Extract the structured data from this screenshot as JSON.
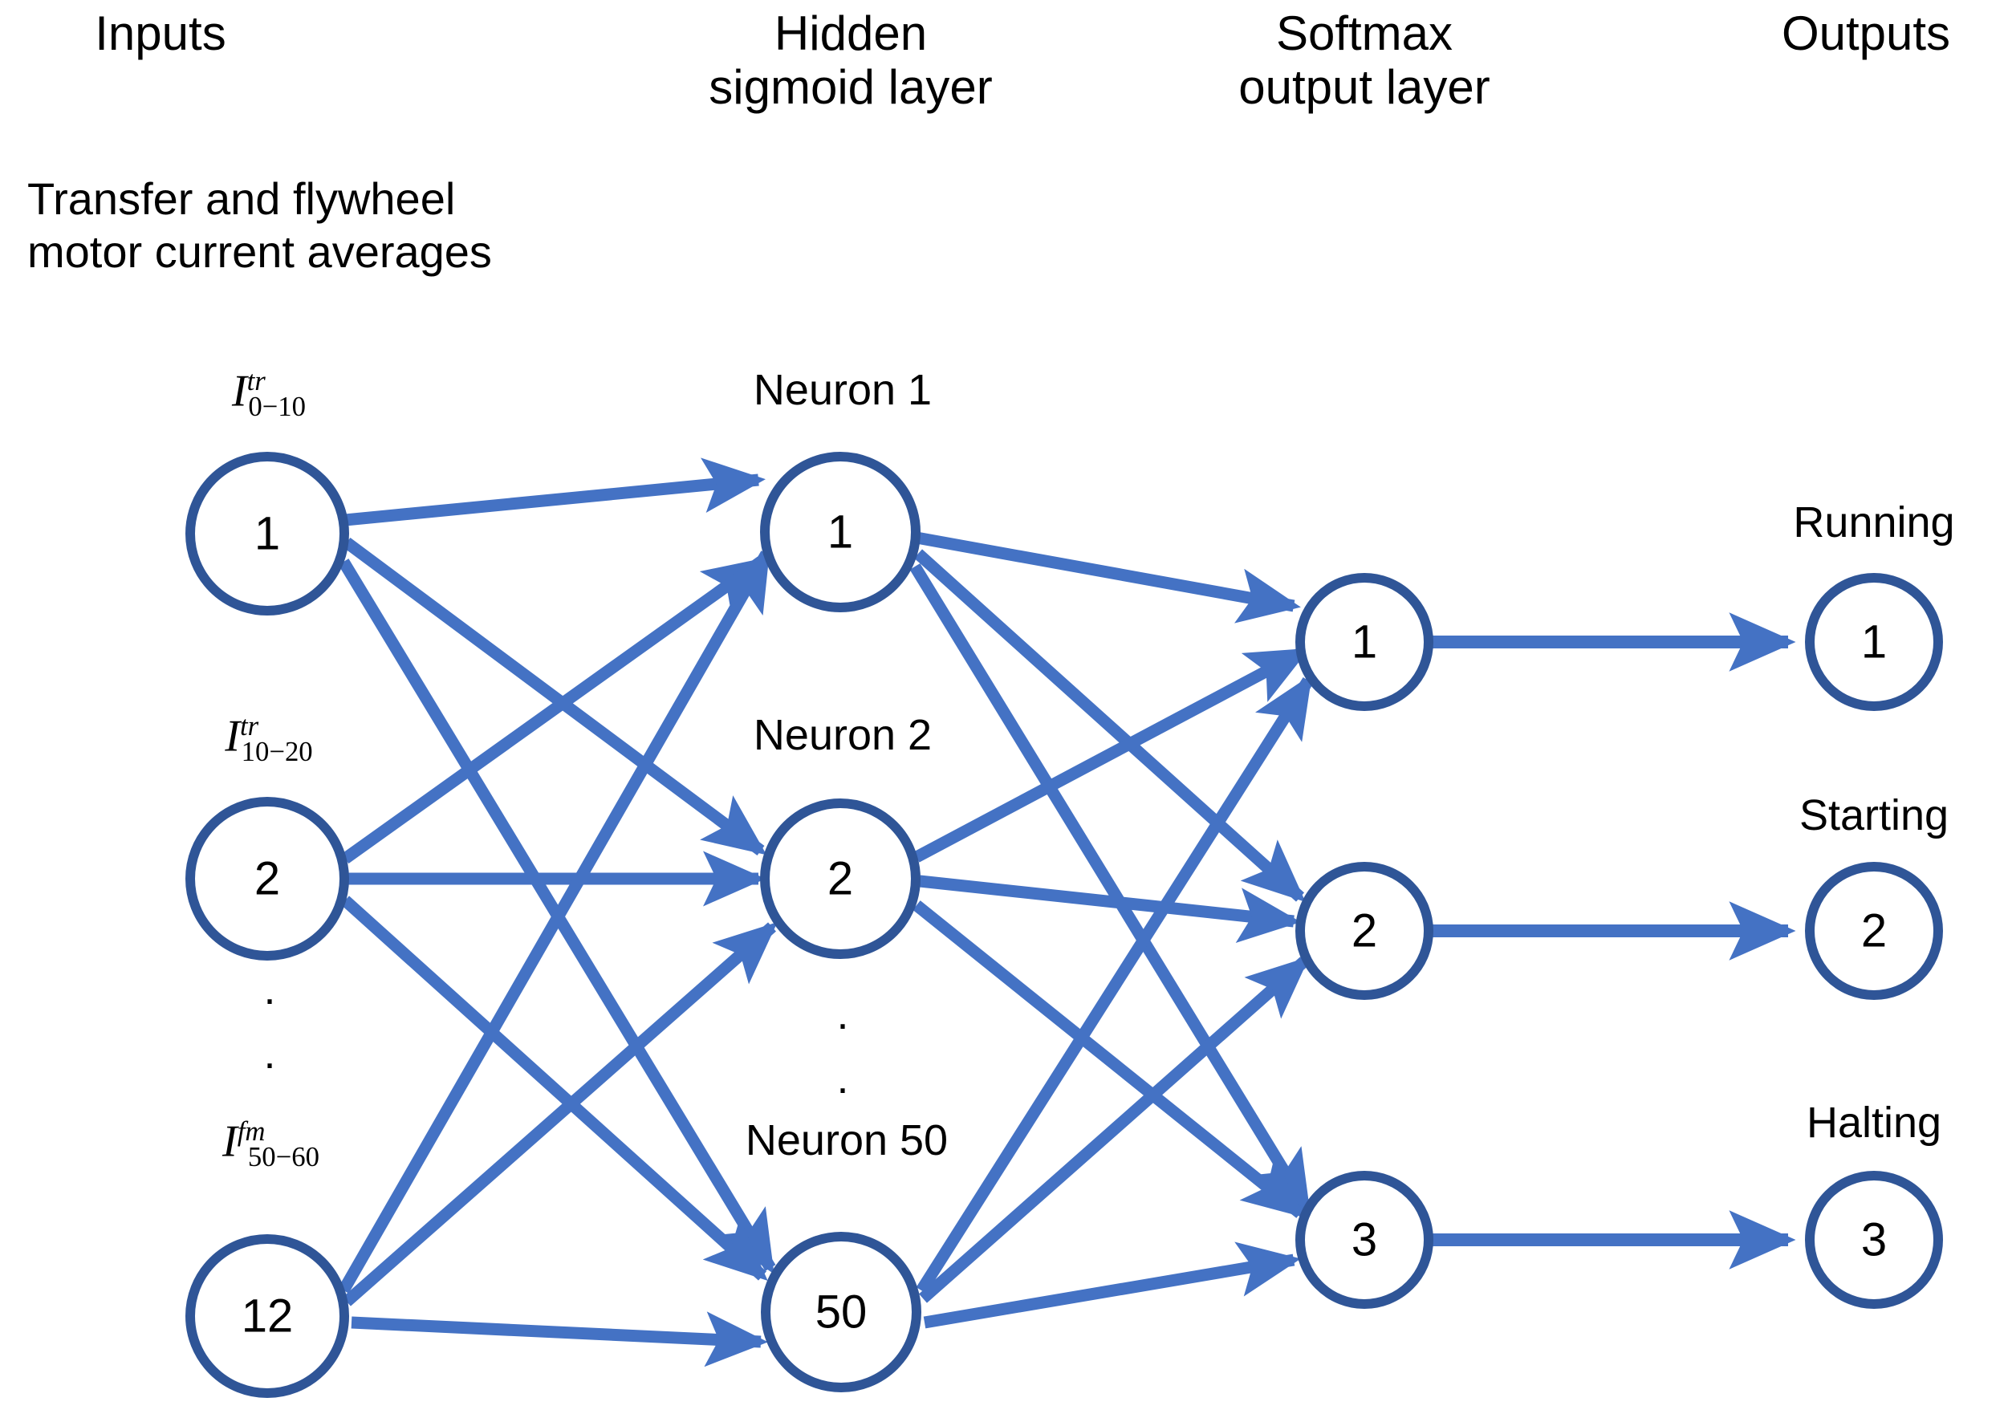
{
  "diagram": {
    "title": "Neural network architecture",
    "colors": {
      "arrow": "#4472C4",
      "node_stroke": "#2F5597",
      "node_fill": "#FFFFFF",
      "text": "#000000",
      "background": "#FFFFFF"
    },
    "column_headers": [
      {
        "name": "inputs",
        "label": "Inputs"
      },
      {
        "name": "hidden",
        "label": "Hidden\nsigmoid layer"
      },
      {
        "name": "softmax",
        "label": "Softmax\noutput layer"
      },
      {
        "name": "outputs",
        "label": "Outputs"
      }
    ],
    "input_caption": "Transfer and flywheel\nmotor current averages",
    "layers": {
      "input": {
        "nodes": [
          {
            "value": "1",
            "math": {
              "base": "I",
              "sup": "tr",
              "sub": "0−10"
            }
          },
          {
            "value": "2",
            "math": {
              "base": "I",
              "sup": "tr",
              "sub": "10−20"
            }
          },
          {
            "value": "12",
            "math": {
              "base": "I",
              "sup": "fm",
              "sub": "50−60"
            }
          }
        ],
        "ellipsis": "."
      },
      "hidden": {
        "nodes": [
          {
            "value": "1",
            "label": "Neuron 1"
          },
          {
            "value": "2",
            "label": "Neuron 2"
          },
          {
            "value": "50",
            "label": "Neuron 50"
          }
        ],
        "ellipsis": "."
      },
      "softmax": {
        "nodes": [
          {
            "value": "1"
          },
          {
            "value": "2"
          },
          {
            "value": "3"
          }
        ]
      },
      "output": {
        "nodes": [
          {
            "value": "1",
            "label": "Running"
          },
          {
            "value": "2",
            "label": "Starting"
          },
          {
            "value": "3",
            "label": "Halting"
          }
        ]
      }
    },
    "connections": {
      "input_to_hidden": "fully-connected",
      "hidden_to_softmax": "fully-connected",
      "softmax_to_output": "one-to-one"
    }
  }
}
